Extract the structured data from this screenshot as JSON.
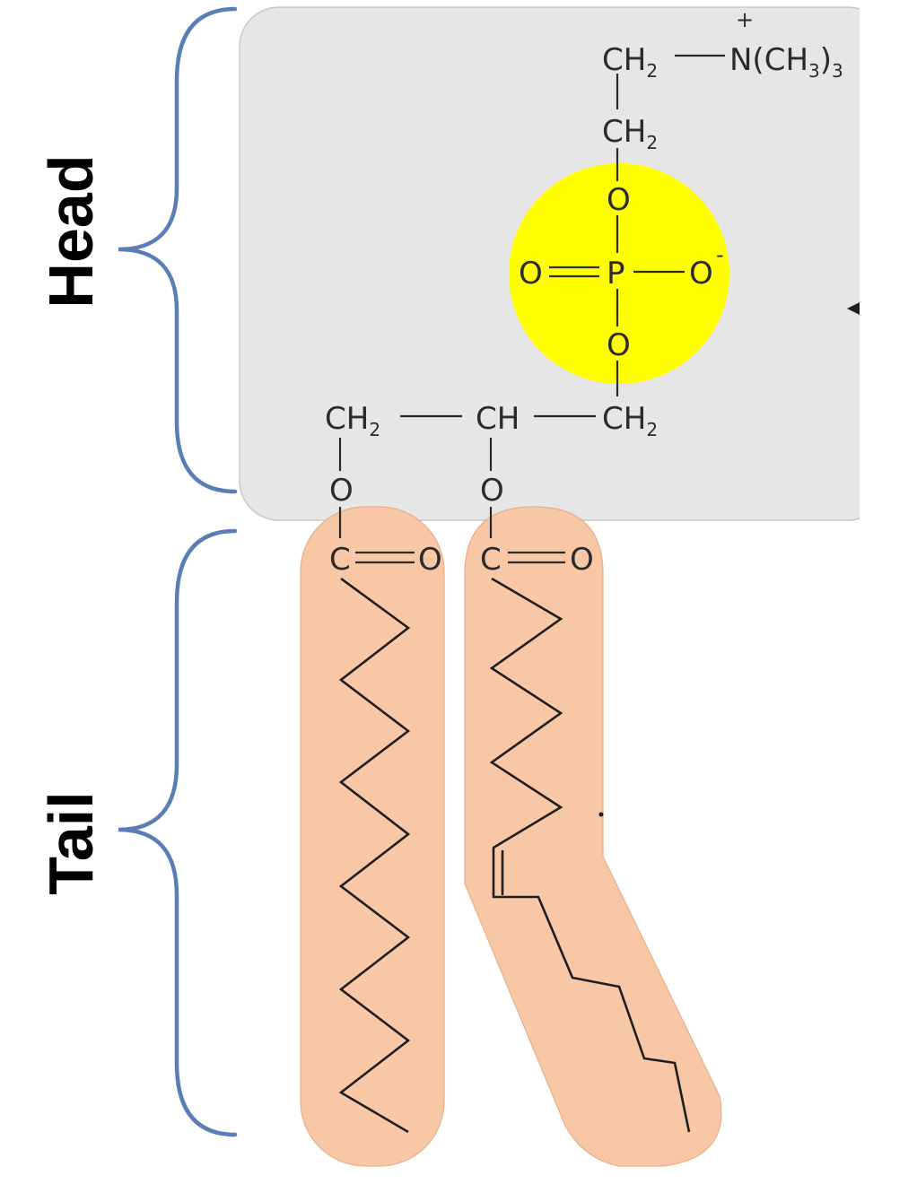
{
  "labels": {
    "head": "Head",
    "tail": "Tail"
  },
  "molecule": {
    "choline_ch2": "CH",
    "choline_ch2_sub": "2",
    "choline_n": "N(CH",
    "choline_n_sub": "3",
    "choline_n_close": ")",
    "choline_n_sub2": "3",
    "choline_n_charge": "+",
    "ethyl_ch2": "CH",
    "ethyl_ch2_sub": "2",
    "phosphate_o_top": "O",
    "phosphate_o_left": "O",
    "phosphate_p": "P",
    "phosphate_o_right": "O",
    "phosphate_o_right_charge": "-",
    "phosphate_o_bottom": "O",
    "glycerol_ch2_left": "CH",
    "glycerol_ch2_left_sub": "2",
    "glycerol_ch": "CH",
    "glycerol_ch2_right": "CH",
    "glycerol_ch2_right_sub": "2",
    "ester_o_left": "O",
    "ester_o_right": "O",
    "carbonyl_c_left": "C",
    "carbonyl_o_left": "O",
    "carbonyl_c_right": "C",
    "carbonyl_o_right": "O"
  },
  "colors": {
    "head_region": "#e6e6e6",
    "phosphate_highlight": "#ffff00",
    "tail_region": "#f8c8a6",
    "brace": "#5a7db8"
  }
}
